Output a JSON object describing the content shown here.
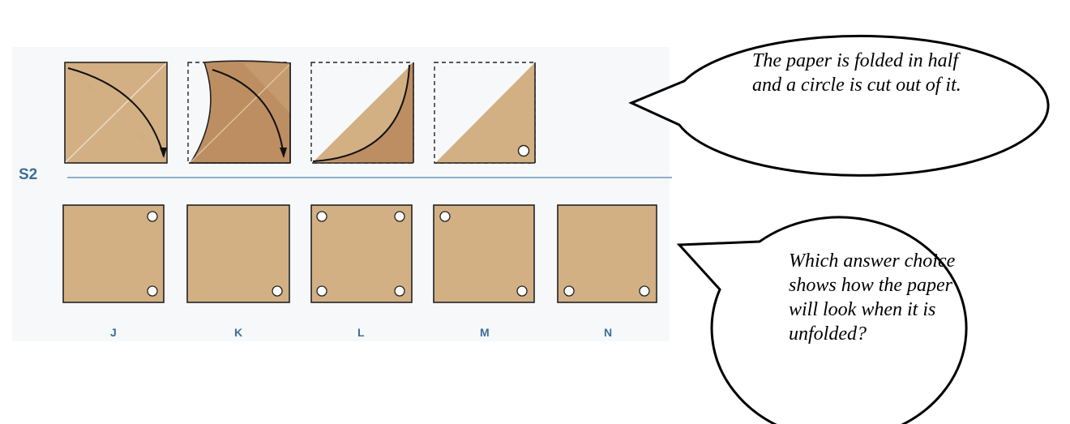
{
  "question": {
    "item_id": "S2",
    "answer_labels": [
      "J",
      "K",
      "L",
      "M",
      "N"
    ]
  },
  "callouts": {
    "top": "The paper is folded in half and a circle is cut out of it.",
    "bottom": "Which answer choice shows how the paper will look when it is unfolded?"
  },
  "colors": {
    "paper": "#d2b084",
    "paper_shadow": "#bd8e62",
    "divider": "#8fb0c8",
    "label": "#3d6e98"
  }
}
